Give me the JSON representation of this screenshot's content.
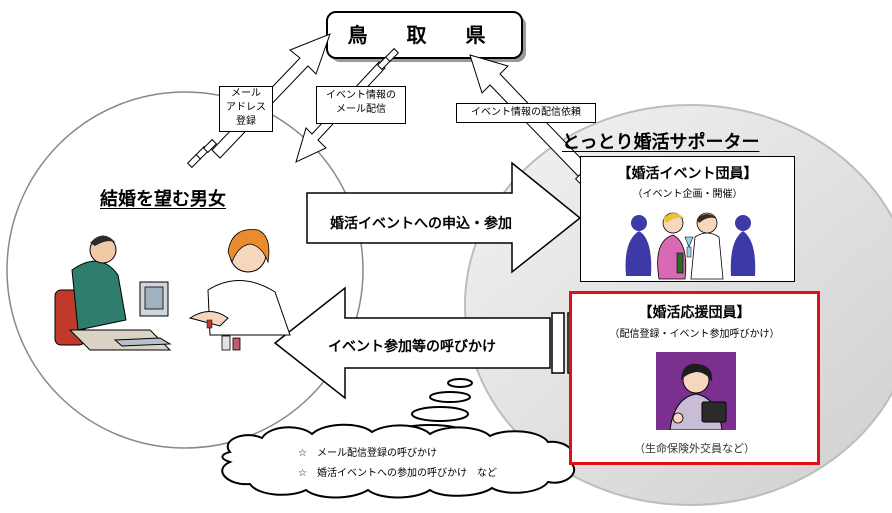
{
  "prefecture": "鳥 取 県",
  "left_group": "結婚を望む男女",
  "supporters": "とっとり婚活サポーター",
  "flows": {
    "mail_register": [
      "メール",
      "アドレス",
      "登録"
    ],
    "event_info_mail": [
      "イベント情報の",
      "メール配信"
    ],
    "delivery_request": "イベント情報の配信依頼",
    "apply_join": "婚活イベントへの申込・参加",
    "call_to_join": "イベント参加等の呼びかけ"
  },
  "event_group": {
    "title": "【婚活イベント団員】",
    "subtitle": "（イベント企画・開催）"
  },
  "support_group": {
    "title": "【婚活応援団員】",
    "subtitle": "（配信登録・イベント参加呼びかけ）",
    "note": "（生命保険外交員など）"
  },
  "cloud": {
    "items": [
      "☆　メール配信登録の呼びかけ",
      "☆　婚活イベントへの参加の呼びかけ　など"
    ]
  },
  "colors": {
    "highlight_border": "#e0101b",
    "circle_right_fill": "#e6e6e6"
  }
}
